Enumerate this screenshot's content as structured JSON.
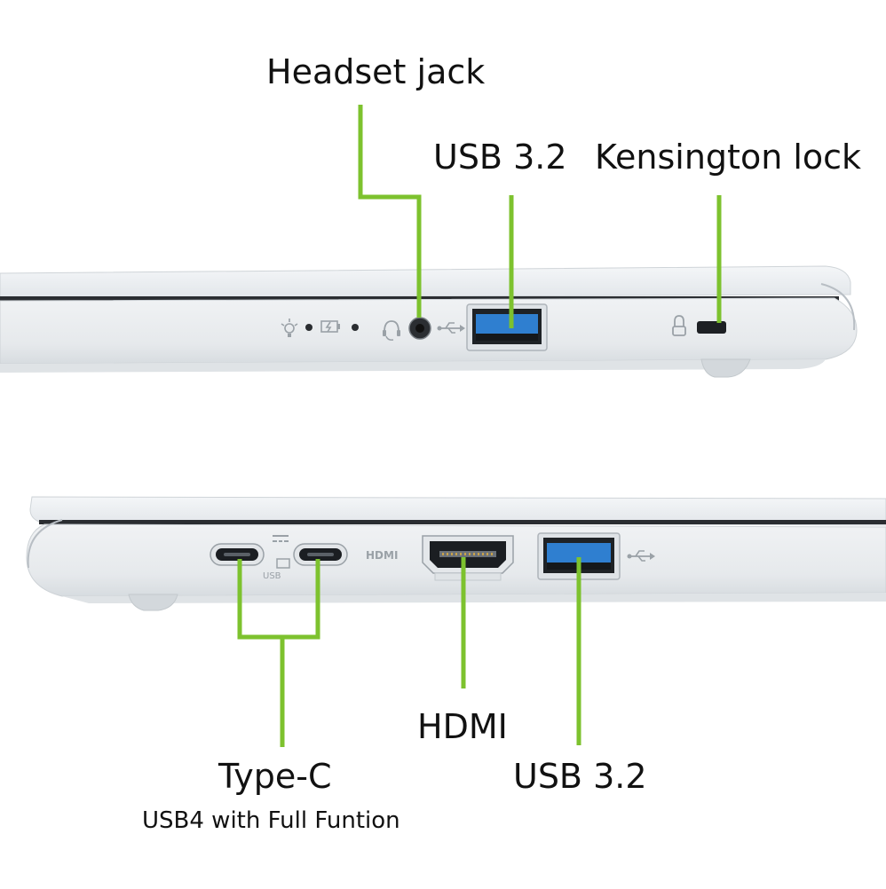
{
  "colors": {
    "callout": "#7dc22e",
    "chassis": "#e9ecef",
    "usb_blue": "#2f7fd0",
    "text": "#111111"
  },
  "top_view": {
    "labels": {
      "headset": "Headset jack",
      "usb": "USB 3.2",
      "kensington": "Kensington lock"
    },
    "icons": [
      "light-icon",
      "battery-charging-icon",
      "headset-icon",
      "usb-icon",
      "lock-icon"
    ]
  },
  "bottom_view": {
    "labels": {
      "typec": "Type-C",
      "typec_sub": "USB4 with Full Funtion",
      "hdmi": "HDMI",
      "usb": "USB 3.2"
    },
    "port_marks": {
      "hdmi": "HDMI",
      "usb4": "USB"
    },
    "icons": [
      "thunderbolt-icon",
      "display-icon",
      "usb-icon"
    ]
  }
}
